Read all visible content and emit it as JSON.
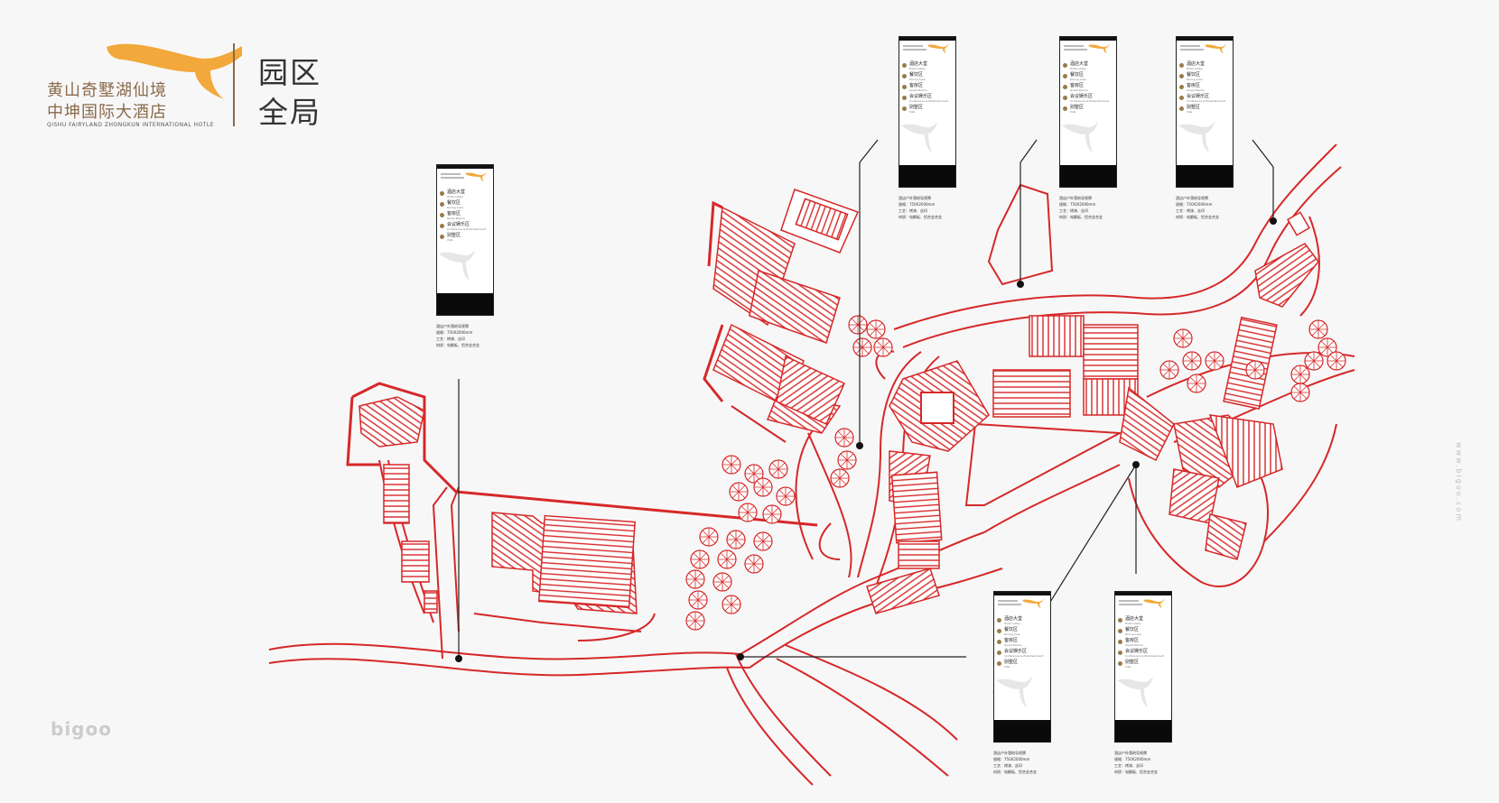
{
  "brand": {
    "name_cn_line1": "黄山奇墅湖仙境",
    "name_cn_line2": "中坤国际大酒店",
    "name_en": "QISHU FAIRYLAND ZHONGKUN INTERNATIONAL HOTLE",
    "accent_color": "#f2a83a",
    "text_color": "#8a6a4a"
  },
  "page": {
    "title_line1": "园区",
    "title_line2": "全局"
  },
  "map": {
    "route_color": "#d62828",
    "building_color": "#d62828",
    "leader_color": "#222222"
  },
  "sign": {
    "items": [
      {
        "label": "酒店大堂",
        "en": "Hotel Lobby"
      },
      {
        "label": "餐饮区",
        "en": "Dining Area"
      },
      {
        "label": "客房区",
        "en": "Guest Rooms"
      },
      {
        "label": "会议娱乐区",
        "en": "Conference & Entertainment"
      },
      {
        "label": "别墅区",
        "en": "Villa"
      }
    ],
    "spec_title": "酒店户外落地导视牌",
    "spec_size": "规格：750X2000mm",
    "spec_craft": "工艺：烤漆、丝印",
    "spec_material": "材质：电解板、铝合金合金"
  },
  "watermark": "www.bigoo.com",
  "footer_logo": "bigoo"
}
